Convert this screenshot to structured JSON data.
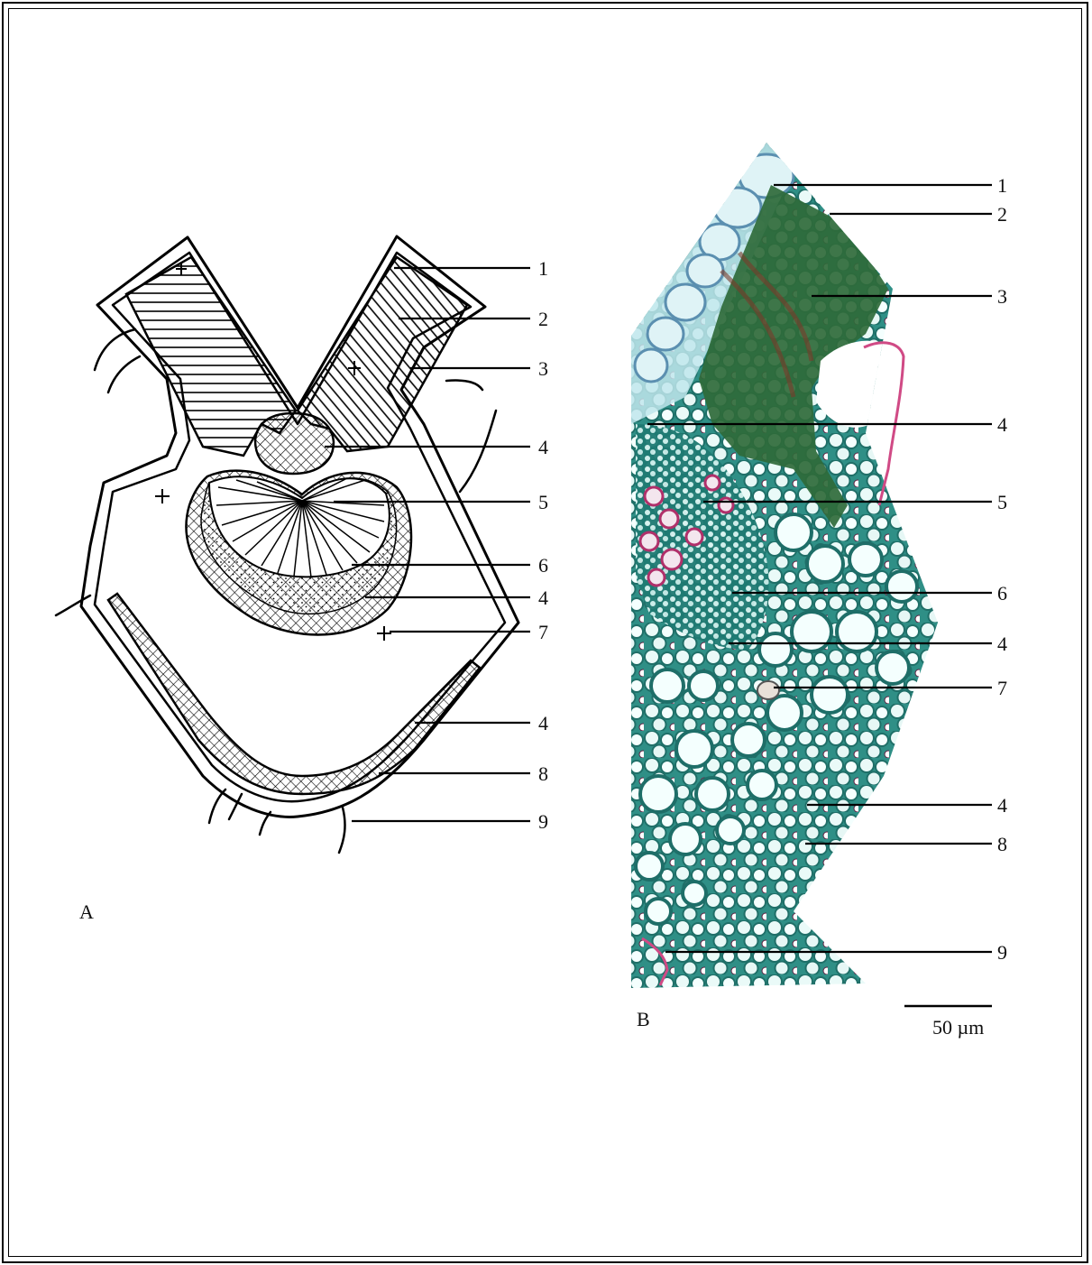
{
  "panel_a": {
    "letter": "A",
    "labels": [
      "1",
      "2",
      "3",
      "4",
      "5",
      "6",
      "4",
      "7",
      "4",
      "8",
      "9"
    ]
  },
  "panel_b": {
    "letter": "B",
    "labels": [
      "1",
      "2",
      "3",
      "4",
      "5",
      "6",
      "4",
      "7",
      "4",
      "8",
      "9"
    ],
    "scale_bar_text": "50 µm"
  },
  "colors": {
    "stain_teal": "#6fc8c0",
    "stain_dark": "#1f6f68",
    "stain_magenta": "#b0306a",
    "stain_green": "#2f6a3a"
  }
}
